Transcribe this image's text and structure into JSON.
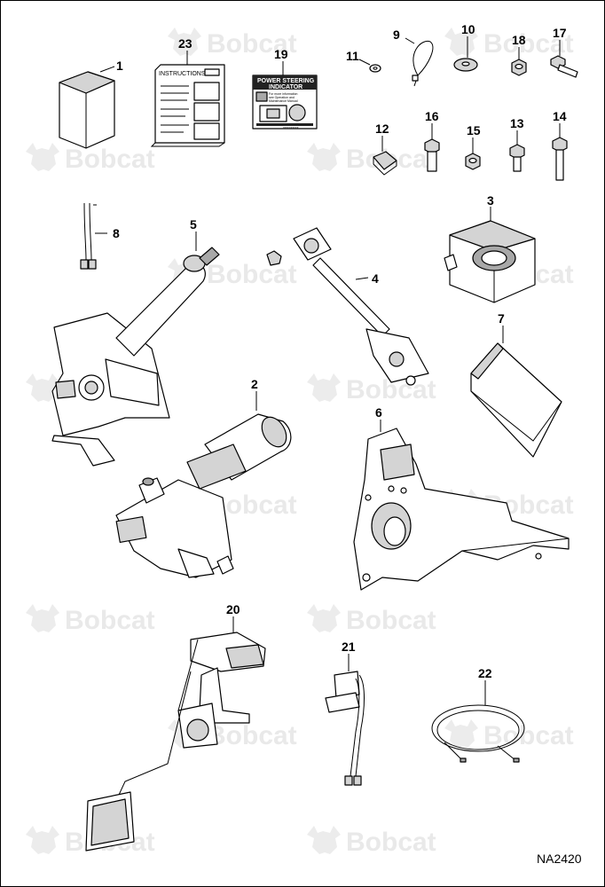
{
  "watermark": {
    "text": "Bobcat"
  },
  "drawing_code": "NA2420",
  "labels": {
    "n1": "1",
    "n2": "2",
    "n3": "3",
    "n4": "4",
    "n5": "5",
    "n6": "6",
    "n7": "7",
    "n8": "8",
    "n9": "9",
    "n10": "10",
    "n11": "11",
    "n12": "12",
    "n13": "13",
    "n14": "14",
    "n15": "15",
    "n16": "16",
    "n17": "17",
    "n18": "18",
    "n19": "19",
    "n20": "20",
    "n21": "21",
    "n22": "22",
    "n23": "23"
  },
  "instructions_sheet": {
    "title": "INSTRUCTIONS"
  },
  "decal": {
    "line1": "POWER STEERING",
    "line2": "INDICATOR",
    "fine1": "For more information",
    "fine2": "see Operation and",
    "fine3": "Maintenance Manual",
    "part_no": "xxxxxxxxxx"
  }
}
